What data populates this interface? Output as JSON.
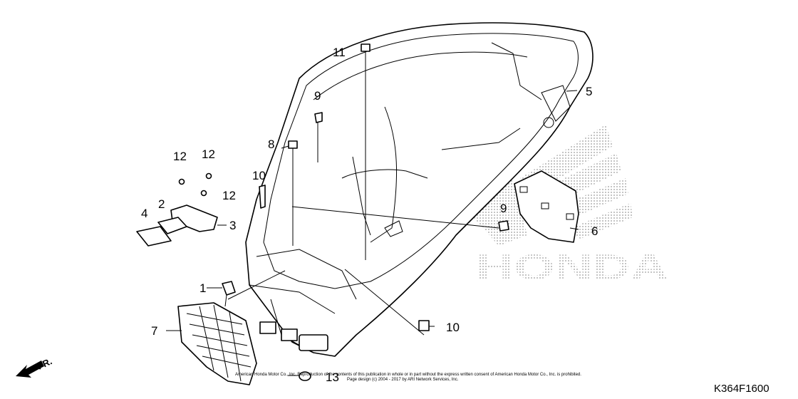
{
  "diagram": {
    "callouts": [
      {
        "id": "c1",
        "label": "1"
      },
      {
        "id": "c2",
        "label": "2"
      },
      {
        "id": "c3",
        "label": "3"
      },
      {
        "id": "c4",
        "label": "4"
      },
      {
        "id": "c5",
        "label": "5"
      },
      {
        "id": "c6",
        "label": "6"
      },
      {
        "id": "c7",
        "label": "7"
      },
      {
        "id": "c8",
        "label": "8"
      },
      {
        "id": "c9a",
        "label": "9"
      },
      {
        "id": "c9b",
        "label": "9"
      },
      {
        "id": "c10a",
        "label": "10"
      },
      {
        "id": "c10b",
        "label": "10"
      },
      {
        "id": "c11",
        "label": "11"
      },
      {
        "id": "c12a",
        "label": "12"
      },
      {
        "id": "c12b",
        "label": "12"
      },
      {
        "id": "c12c",
        "label": "12"
      },
      {
        "id": "c13",
        "label": "13"
      }
    ],
    "diagram_code": "K364F1600",
    "direction_label": "FR.",
    "watermark_logo": "HONDA",
    "copyright_line1": "American Honda Motor Co., Inc. Reproduction of the contents of this publication in whole or in part without the express written consent of American Honda Motor Co., Inc. is prohibited.",
    "copyright_line2": "Page design (c) 2004 - 2017 by ARI Network Services, Inc."
  }
}
